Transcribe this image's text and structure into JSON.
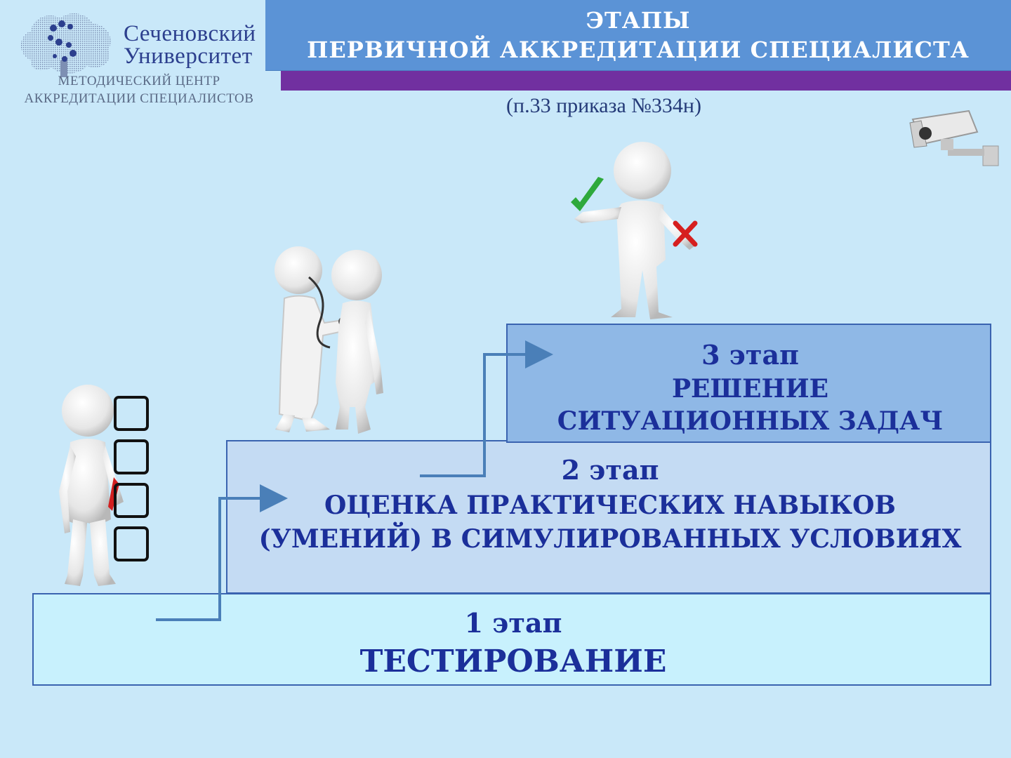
{
  "logo": {
    "name_line1": "Сеченовский",
    "name_line2": "Университет",
    "sub_line1": "МЕТОДИЧЕСКИЙ ЦЕНТР",
    "sub_line2": "АККРЕДИТАЦИИ СПЕЦИАЛИСТОВ"
  },
  "header": {
    "title_line1": "ЭТАПЫ",
    "title_line2": "ПЕРВИЧНОЙ АККРЕДИТАЦИИ СПЕЦИАЛИСТА",
    "subtitle": "(п.33 приказа №334н)"
  },
  "steps": [
    {
      "number": "1 этап",
      "lines": [
        "ТЕСТИРОВАНИЕ"
      ]
    },
    {
      "number": "2 этап",
      "lines": [
        "ОЦЕНКА ПРАКТИЧЕСКИХ НАВЫКОВ",
        "(УМЕНИЙ) В СИМУЛИРОВАННЫХ УСЛОВИЯХ"
      ]
    },
    {
      "number": "3 этап",
      "lines": [
        "РЕШЕНИЕ",
        "СИТУАЦИОННЫХ ЗАДАЧ"
      ]
    }
  ],
  "colors": {
    "background": "#c9e8f9",
    "title_band": "#5b93d6",
    "accent_band": "#7130a0",
    "step_text": "#1b2f9a",
    "arrow": "#4a7fb8"
  },
  "icons": [
    "logo-tree-icon",
    "checklist-person-icon",
    "doctor-patient-icon",
    "judge-person-icon",
    "security-camera-icon"
  ]
}
